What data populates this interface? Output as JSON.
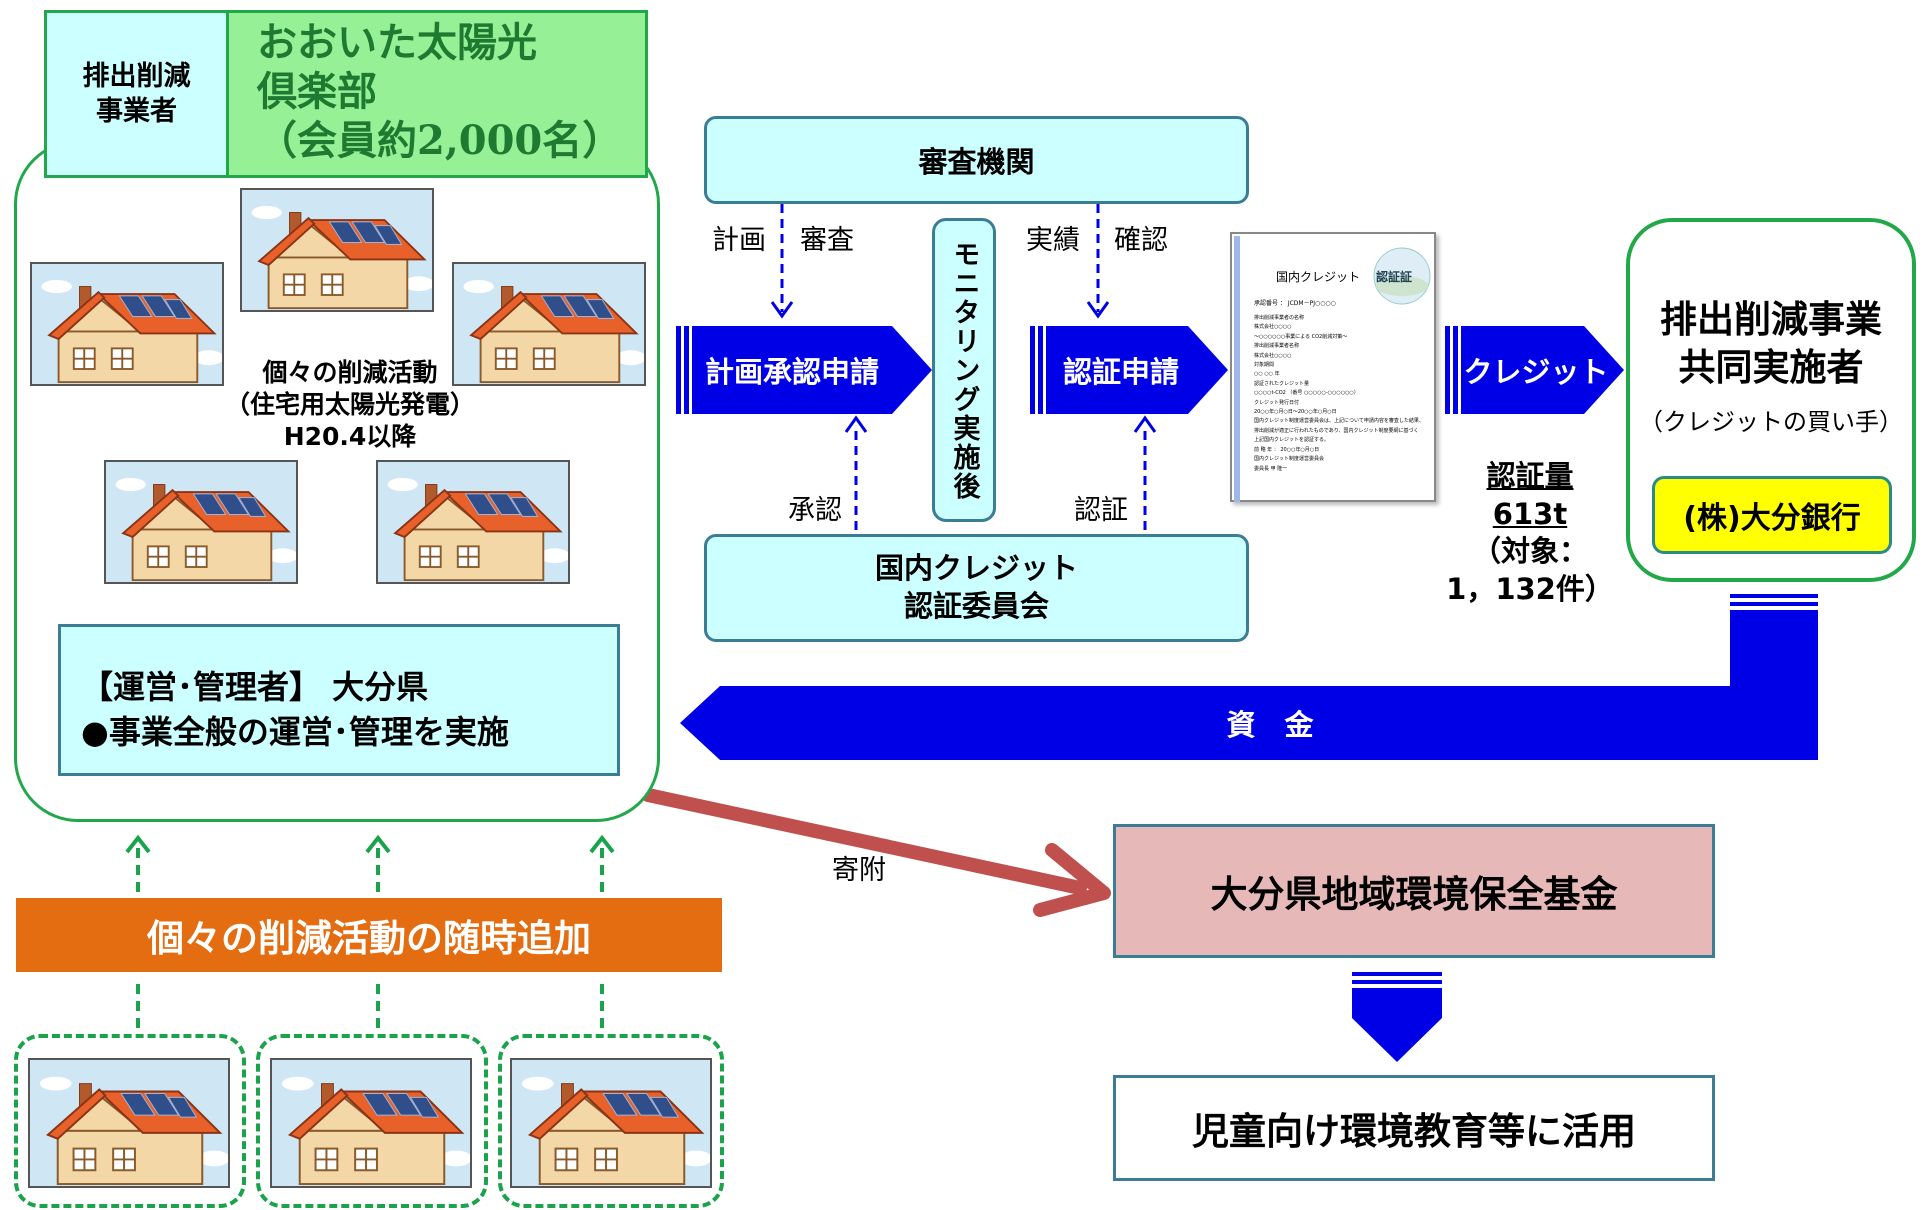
{
  "header": {
    "role_label_line1": "排出削減",
    "role_label_line2": "事業者",
    "club_name_line1": "おおいた太陽光",
    "club_name_line2": "倶楽部",
    "club_name_line3": "（会員約2,000名）"
  },
  "activity": {
    "line1": "個々の削減活動",
    "line2": "（住宅用太陽光発電）",
    "line3": "H20.4以降"
  },
  "admin": {
    "line1": "【運営･管理者】 大分県",
    "line2": "●事業全般の運営･管理を実施"
  },
  "add_activity": "個々の削減活動の随時追加",
  "reviewer": "審査機関",
  "committee_line1": "国内クレジット",
  "committee_line2": "認証委員会",
  "monitoring": "モニタリング実施後",
  "labels": {
    "plan": "計画",
    "review": "審査",
    "result": "実績",
    "confirm": "確認",
    "approval": "承認",
    "certification": "認証",
    "donation": "寄附"
  },
  "arrows": {
    "plan_apply": "計画承認申請",
    "cert_apply": "認証申請",
    "credit": "クレジット",
    "funds": "資　金"
  },
  "certificate": {
    "title": "国内クレジット",
    "seal": "認証証",
    "number": "承認番号 ： JCDM－PJ○○○○",
    "lines": [
      "排出削減事業者の名称",
      "株式会社○○○○",
      "～○○○○○○事業による CO2削減対策～",
      "排出削減事業者名称",
      "株式会社○○○○",
      "対象期間",
      "○○ ○○ 年",
      "認証されたクレジット量",
      "○○○○t-CO2 （番号 ○○○○○-○○○○○○）",
      "クレジット発行日付",
      "20○○年○月○日～20○○年○月○日",
      "国内クレジット制度運営委員会は、上記について申請内容を審査した結果、",
      "排出削減が適正に行われたものであり、国内クレジット制度要綱に基づく",
      "上記国内クレジットを認証する。",
      "前 略 年 ： 20○○年○月○日",
      "国内クレジット制度運営委員会",
      "委員長 甲 隆一"
    ]
  },
  "cert_amount": {
    "label": "認証量",
    "value": "613t",
    "target_line1": "（対象：",
    "target_line2": "1，132件）"
  },
  "buyer": {
    "title_line1": "排出削減事業",
    "title_line2": "共同実施者",
    "subtitle": "（クレジットの買い手）",
    "bank": "(株)大分銀行"
  },
  "fund": "大分県地域環境保全基金",
  "education": "児童向け環境教育等に活用",
  "colors": {
    "green_border": "#22a84a",
    "light_cyan": "#ccffff",
    "arrow_blue": "#0000e6",
    "orange": "#e36d10",
    "donation_arrow": "#c0504d",
    "fund_pink": "#e6b9b8",
    "bank_yellow": "#ffff00"
  }
}
